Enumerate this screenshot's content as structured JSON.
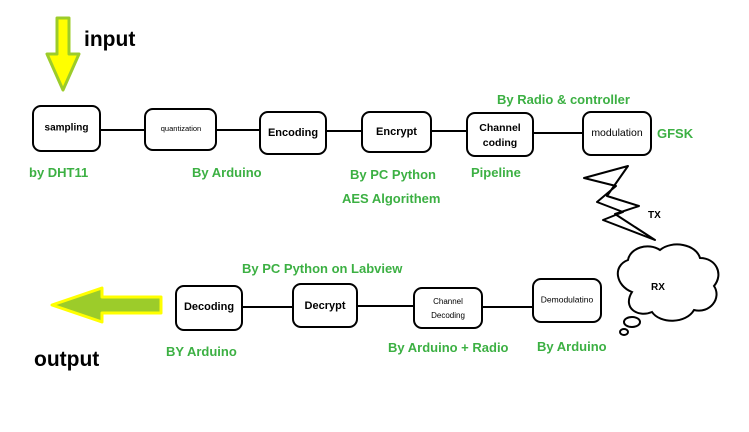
{
  "labels": {
    "input": "input",
    "output": "output",
    "tx": "TX",
    "rx": "RX"
  },
  "tx_blocks": [
    {
      "label": "sampling"
    },
    {
      "label": "quantization"
    },
    {
      "label": "Encoding"
    },
    {
      "label": "Encrypt"
    },
    {
      "label_lines": [
        "Channel",
        "coding"
      ]
    },
    {
      "label": "modulation"
    }
  ],
  "rx_blocks": [
    {
      "label": "Decoding"
    },
    {
      "label": "Decrypt"
    },
    {
      "label_lines": [
        "Channel",
        "Decoding"
      ]
    },
    {
      "label": "Demodulatino"
    }
  ],
  "annotations": {
    "by_dht11": "by DHT11",
    "by_arduino_top": "By Arduino",
    "by_pc_python": "By PC Python",
    "aes": "AES Algorithem",
    "radio_controller": "By Radio & controller",
    "pipeline": "Pipeline",
    "gfsk": "GFSK",
    "pc_python_labview": "By PC Python on Labview",
    "by_arduino_decoding": "BY Arduino",
    "arduino_radio": "By Arduino + Radio",
    "by_arduino_demod": "By Arduino"
  },
  "colors": {
    "annotation_green": "#3cb043",
    "arrow_fill": "#ffff00",
    "arrow_fill_output": "#9ccc2a",
    "line": "#000000"
  },
  "icons": {
    "input_arrow": "down-arrow-icon",
    "output_arrow": "left-arrow-icon",
    "tx_signal": "lightning-bolt-icon",
    "rx_signal": "thought-cloud-icon"
  }
}
